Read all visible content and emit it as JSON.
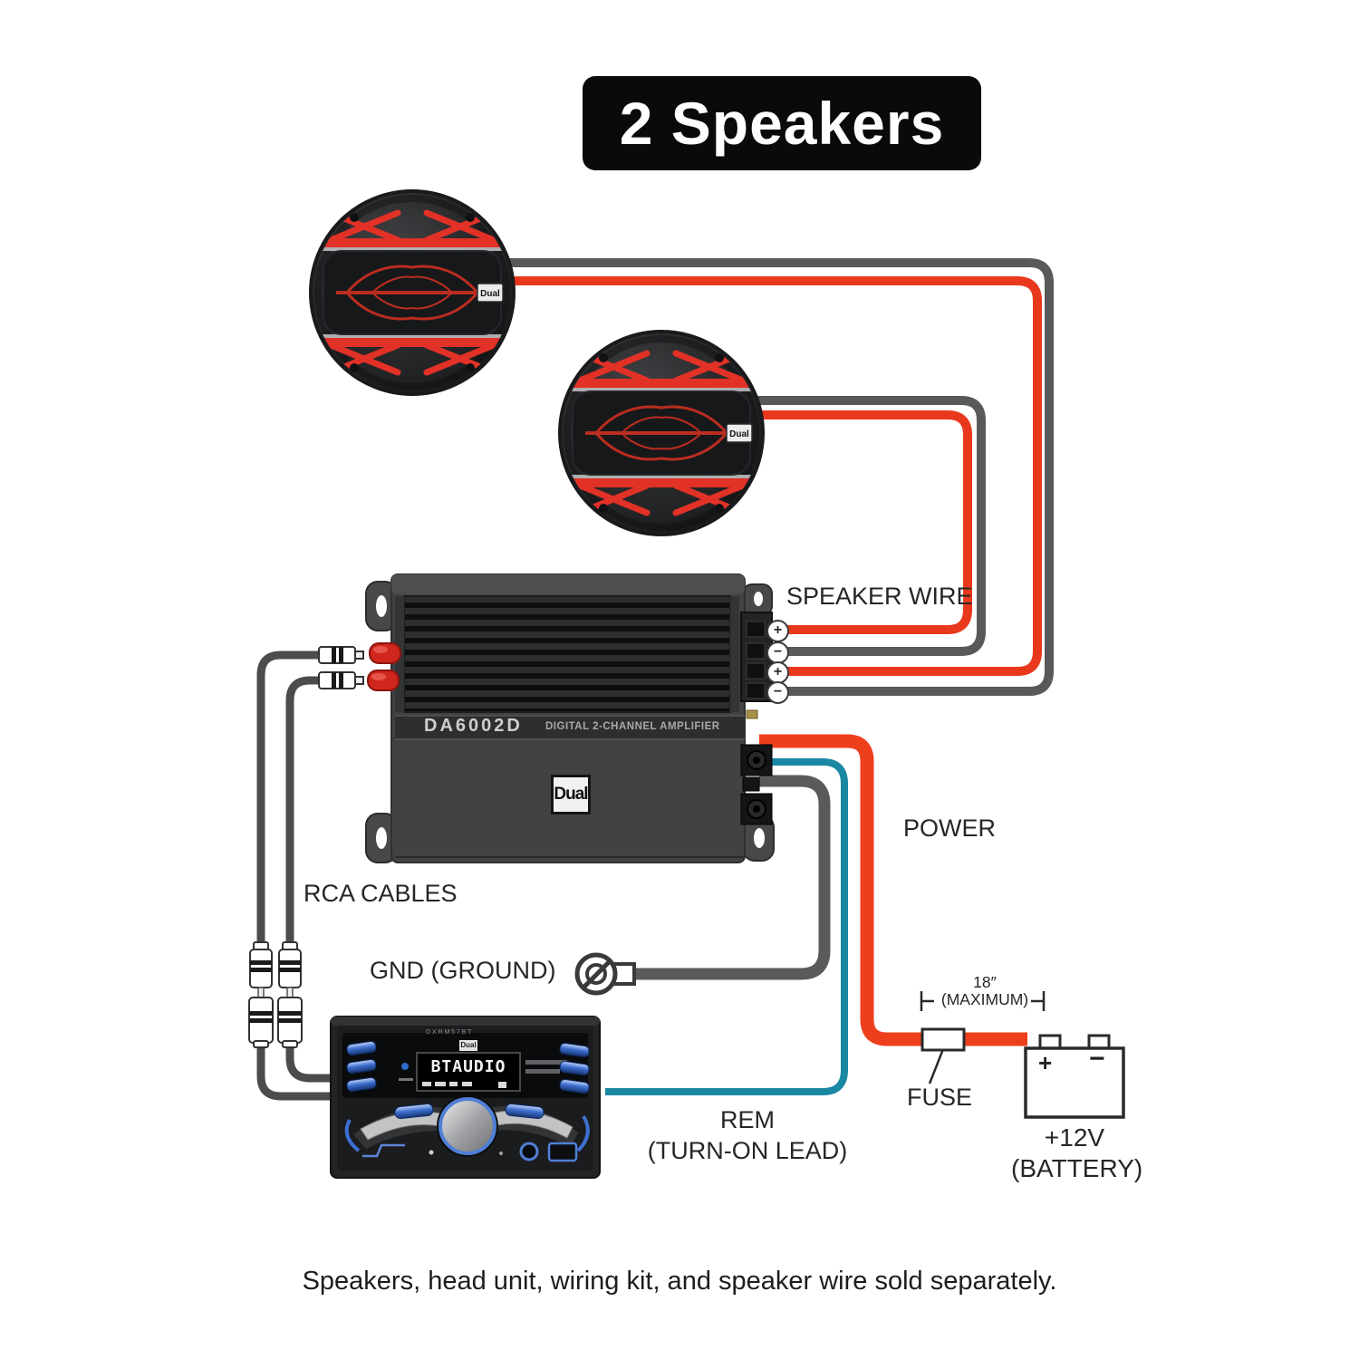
{
  "title": "2 Speakers",
  "labels": {
    "speaker_wire": "SPEAKER WIRE",
    "power": "POWER",
    "rca_cables": "RCA CABLES",
    "ground": "GND (GROUND)",
    "rem": "REM",
    "rem_sub": "(TURN-ON LEAD)",
    "fuse": "FUSE",
    "max_length": "18″",
    "max_sub": "(MAXIMUM)",
    "battery_voltage": "+12V",
    "battery": "(BATTERY)"
  },
  "amp": {
    "model": "DA6002D",
    "type": "DIGITAL 2-CHANNEL AMPLIFIER",
    "brand": "Dual",
    "terminals": [
      "+",
      "−",
      "+",
      "−"
    ]
  },
  "head_unit": {
    "brand": "Dual",
    "model": "DXRM57BT",
    "display": "BTAUDIO"
  },
  "speakers": {
    "badge": "Dual",
    "count": 2
  },
  "battery": {
    "plus": "+",
    "minus": "−"
  },
  "caption": "Speakers, head unit, wiring kit, and speaker wire sold separately.",
  "colors": {
    "positive_wire": "#e8391d",
    "negative_wire": "#58595b",
    "remote_wire": "#1a87a3",
    "speaker_accent": "#e23127",
    "badge_background": "#0a0a0a"
  }
}
